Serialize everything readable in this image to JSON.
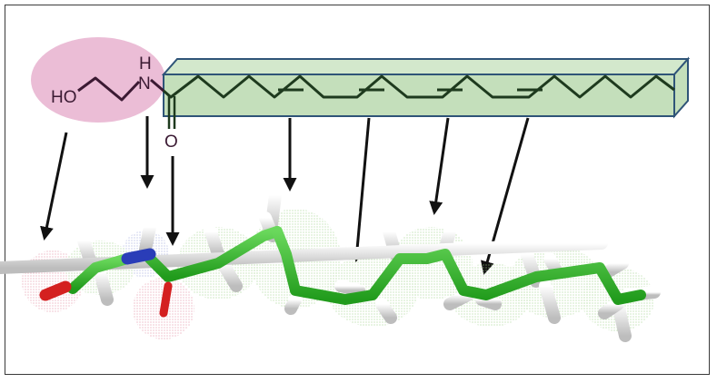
{
  "figure": {
    "type": "structure-to-3D-mapping diagram",
    "colors": {
      "head_group_ellipse": "#ebbdd6",
      "chain_prism_face": "#c4dfbb",
      "chain_prism_top": "#d3e8cc",
      "chain_prism_edge": "#2f5478",
      "bond_line": "#1e3a1e",
      "head_line": "#3b1a33",
      "carbon": "#3cb832",
      "hydrogen": "#f2f2f2",
      "nitrogen": "#2a3db8",
      "oxygen": "#d42020",
      "arrow": "#111111",
      "frame": "#3a3a3a"
    }
  },
  "structure_2d": {
    "head_group": {
      "label_hydroxyl": "HO",
      "label_nitrogen": "N",
      "label_amide_h": "H",
      "highlight": "pink-ellipse"
    },
    "carbonyl": {
      "label_oxygen": "O"
    },
    "acyl_chain": {
      "highlight": "green-rectangular-prism",
      "double_bond_count": 4
    }
  },
  "structure_3d": {
    "model": "stick model with dotted van der Waals surface",
    "atoms_shown": [
      "C",
      "H",
      "N",
      "O"
    ]
  },
  "arrows": [
    {
      "from": "hydroxyl-oxygen",
      "to": "3d-hydroxyl-oxygen"
    },
    {
      "from": "amide-nitrogen",
      "to": "3d-nitrogen"
    },
    {
      "from": "carbonyl-oxygen",
      "to": "3d-carbonyl"
    },
    {
      "from": "chain-segment-1",
      "to": "3d-chain-1"
    },
    {
      "from": "double-bond-1",
      "to": "3d-double-bond-1"
    },
    {
      "from": "double-bond-2",
      "to": "3d-double-bond-2"
    },
    {
      "from": "double-bond-3",
      "to": "3d-double-bond-3"
    }
  ]
}
